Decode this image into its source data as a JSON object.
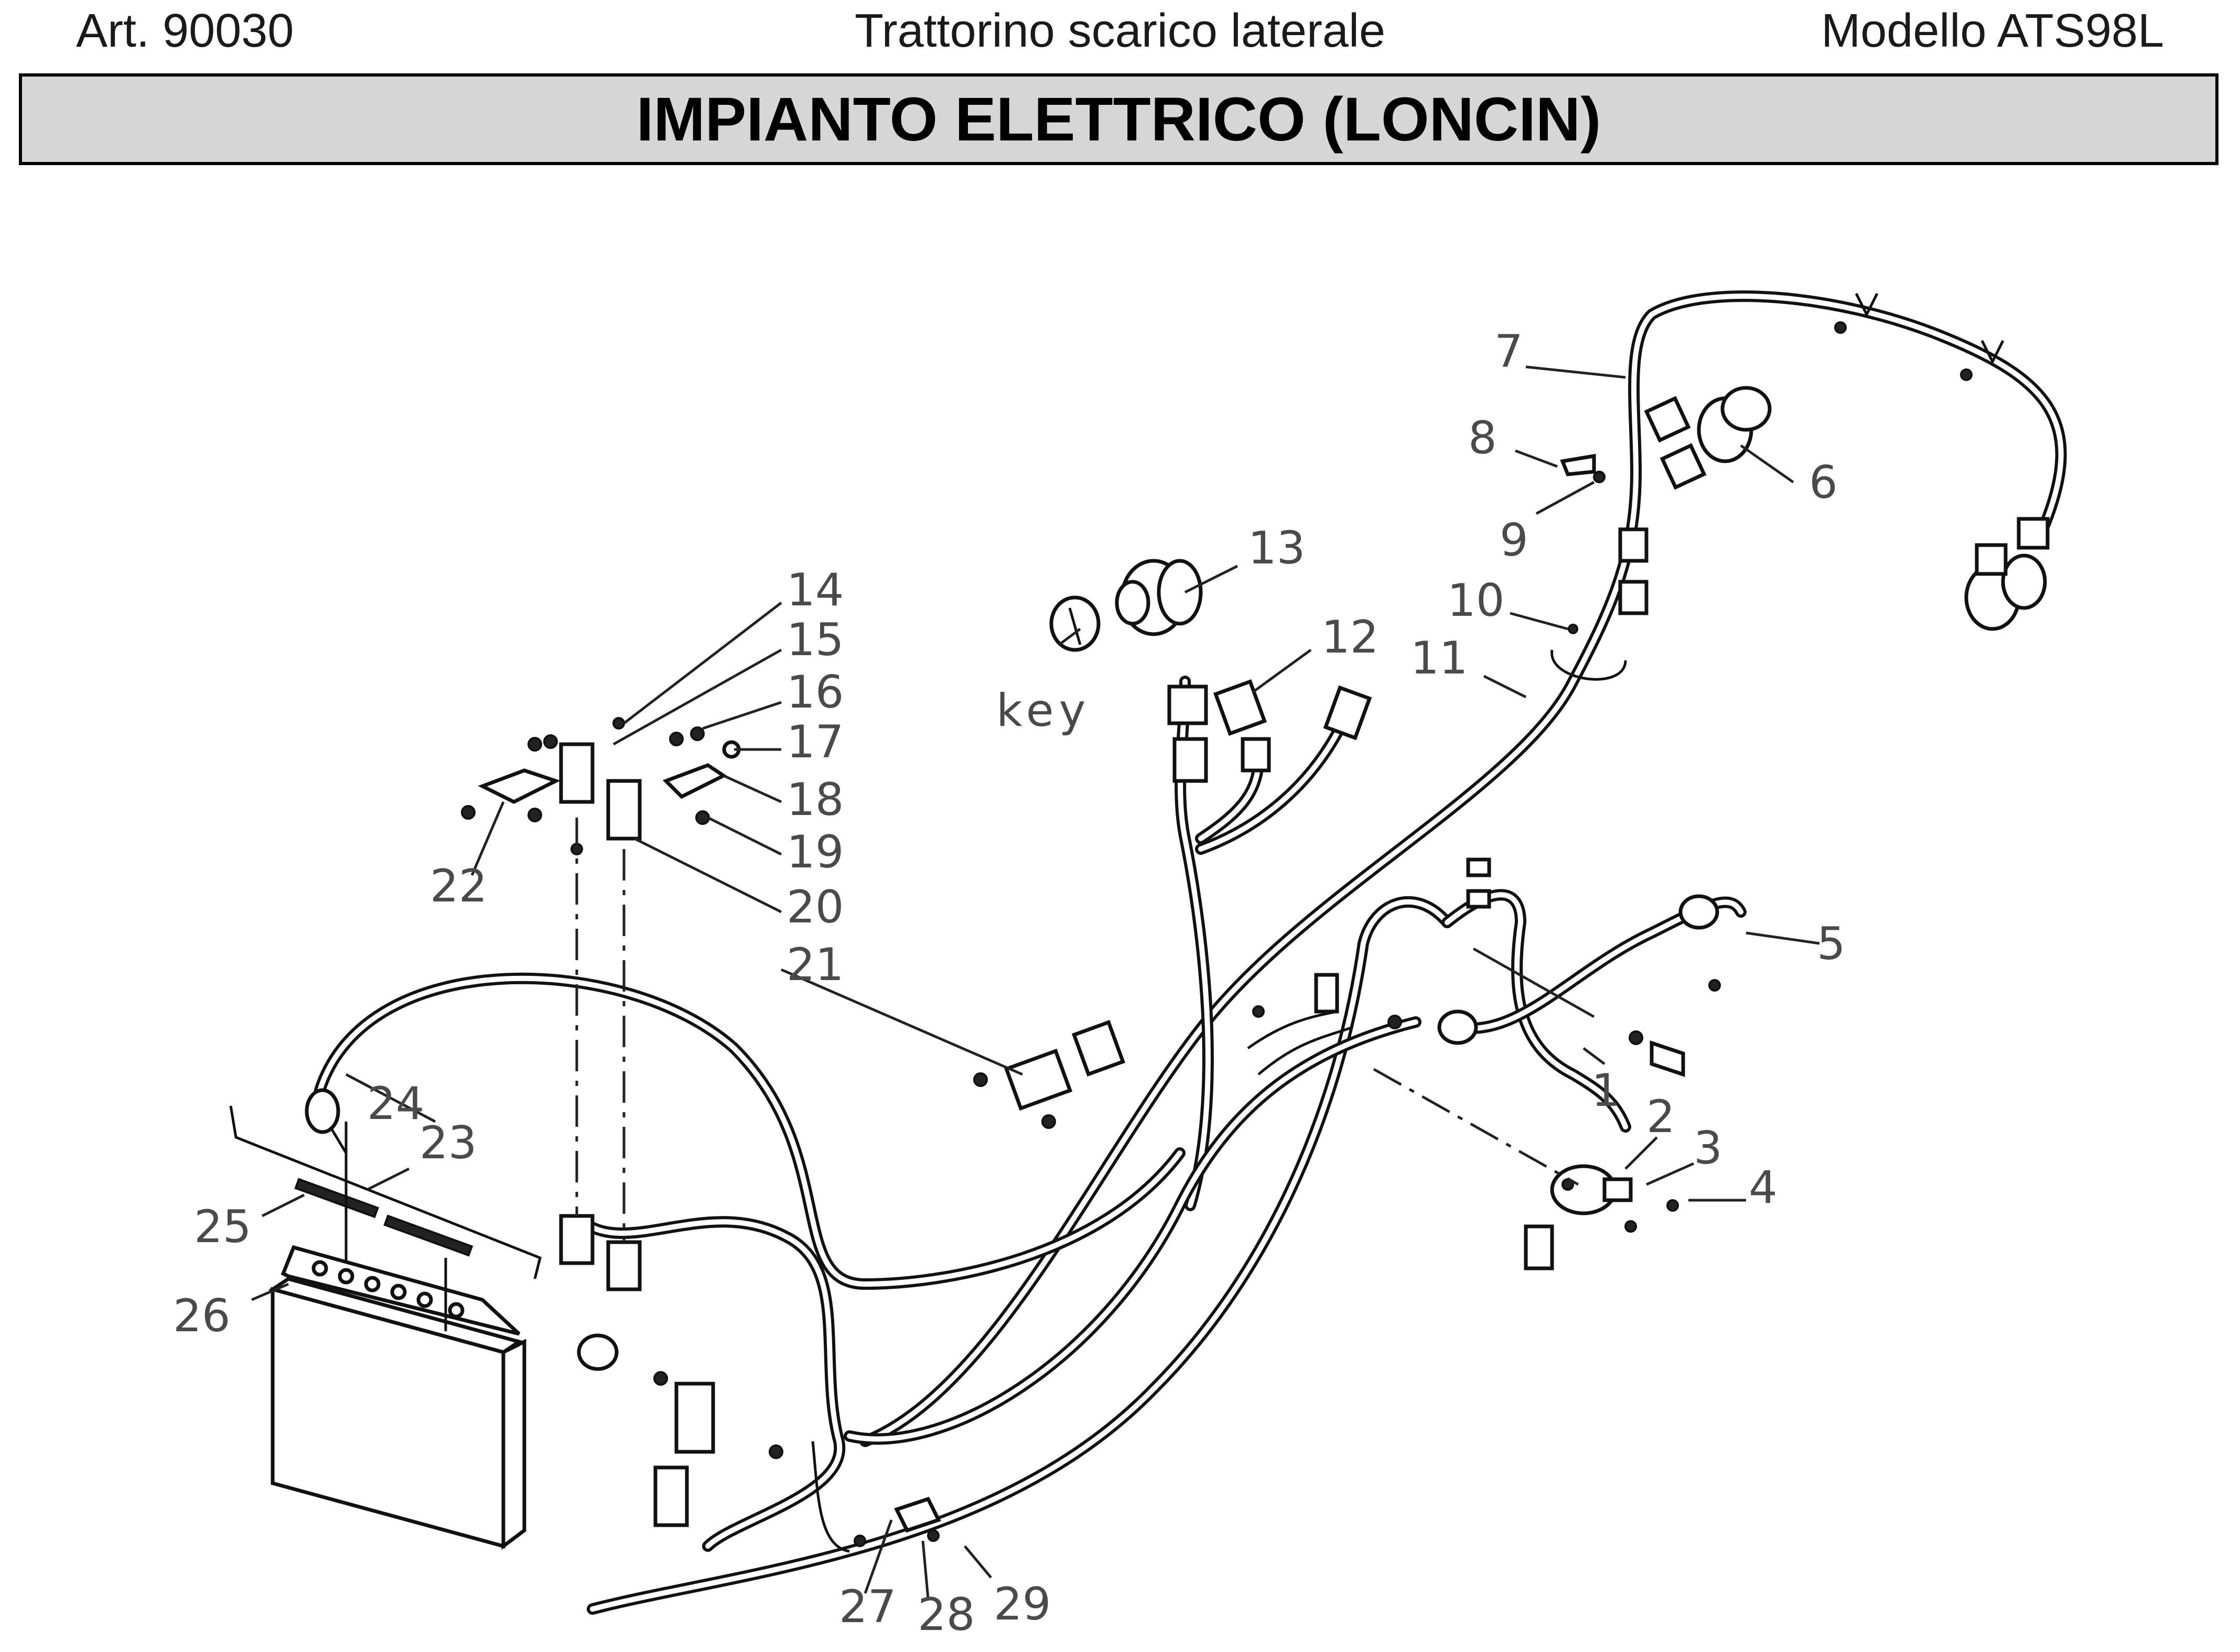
{
  "header": {
    "article": "Art. 90030",
    "subject": "Trattorino scarico laterale",
    "model": "Modello ATS98L"
  },
  "title": "IMPIANTO ELETTRICO (LONCIN)",
  "callouts": {
    "c1": "1",
    "c2": "2",
    "c3": "3",
    "c4": "4",
    "c5": "5",
    "c6": "6",
    "c7": "7",
    "c8": "8",
    "c9": "9",
    "c10": "10",
    "c11": "11",
    "c12": "12",
    "c13": "13",
    "c14": "14",
    "c15": "15",
    "c16": "16",
    "c17": "17",
    "c18": "18",
    "c19": "19",
    "c20": "20",
    "c21": "21",
    "c22": "22",
    "c23": "23",
    "c24": "24",
    "c25": "25",
    "c26": "26",
    "c27": "27",
    "c28": "28",
    "c29": "29",
    "key": "key"
  }
}
